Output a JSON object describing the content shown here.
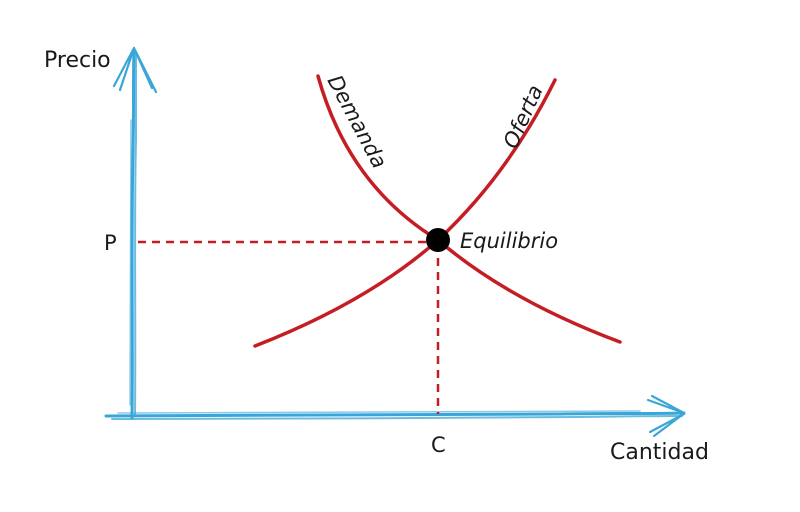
{
  "diagram": {
    "axes": {
      "y_label": "Precio",
      "x_label": "Cantidad",
      "color": "#3aa6d8"
    },
    "curves": {
      "demand_label": "Demanda",
      "supply_label": "Oferta",
      "color": "#c41e24"
    },
    "equilibrium": {
      "label": "Equilibrio",
      "price_label": "P",
      "quantity_label": "C",
      "guide_color": "#c41e24",
      "point_color": "#000000"
    }
  }
}
